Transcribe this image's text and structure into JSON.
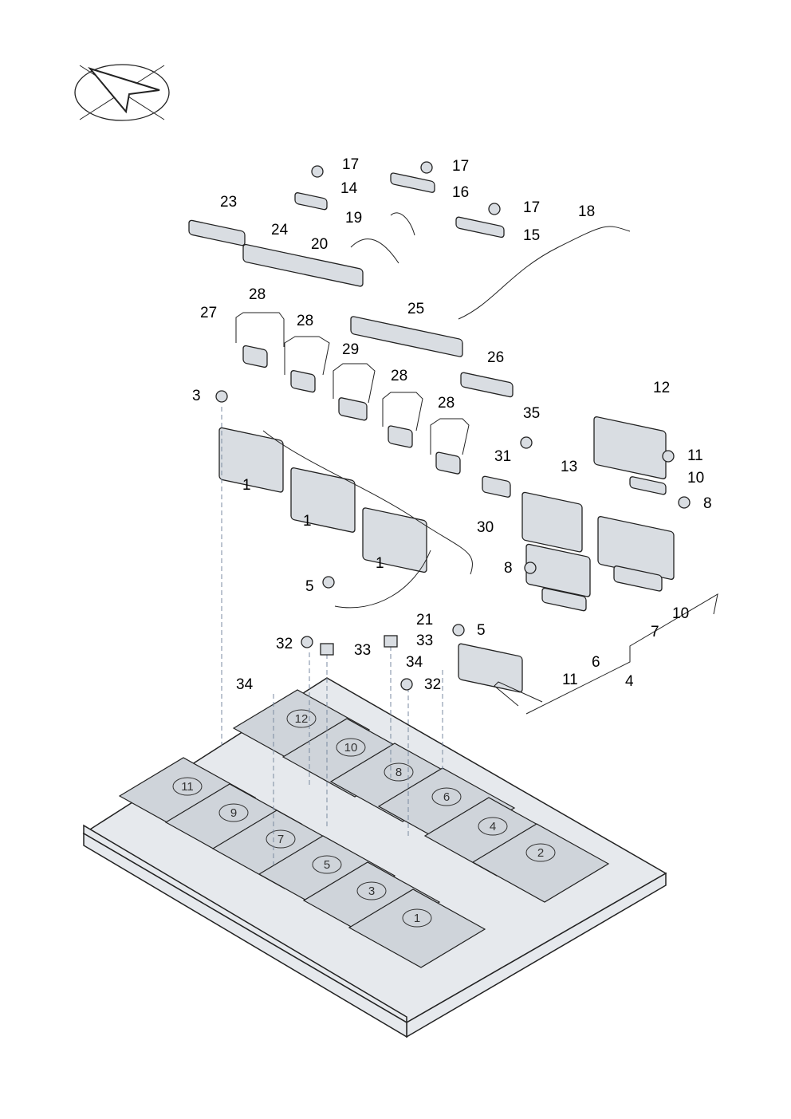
{
  "diagram": {
    "callouts": [
      "17",
      "14",
      "17",
      "16",
      "19",
      "20",
      "17",
      "15",
      "18",
      "23",
      "24",
      "25",
      "26",
      "27",
      "28",
      "28",
      "29",
      "28",
      "28",
      "3",
      "1",
      "1",
      "1",
      "35",
      "31",
      "30",
      "13",
      "12",
      "11",
      "10",
      "8",
      "8",
      "5",
      "21",
      "5",
      "32",
      "33",
      "33",
      "34",
      "32",
      "34",
      "6",
      "7",
      "10",
      "11",
      "4"
    ],
    "module_numbers": [
      "12",
      "10",
      "8",
      "6",
      "4",
      "2",
      "11",
      "9",
      "7",
      "5",
      "3",
      "1"
    ],
    "colors": {
      "part_fill": "#d9dde2",
      "tray_fill": "#e6e9ed",
      "line": "#222222"
    }
  }
}
